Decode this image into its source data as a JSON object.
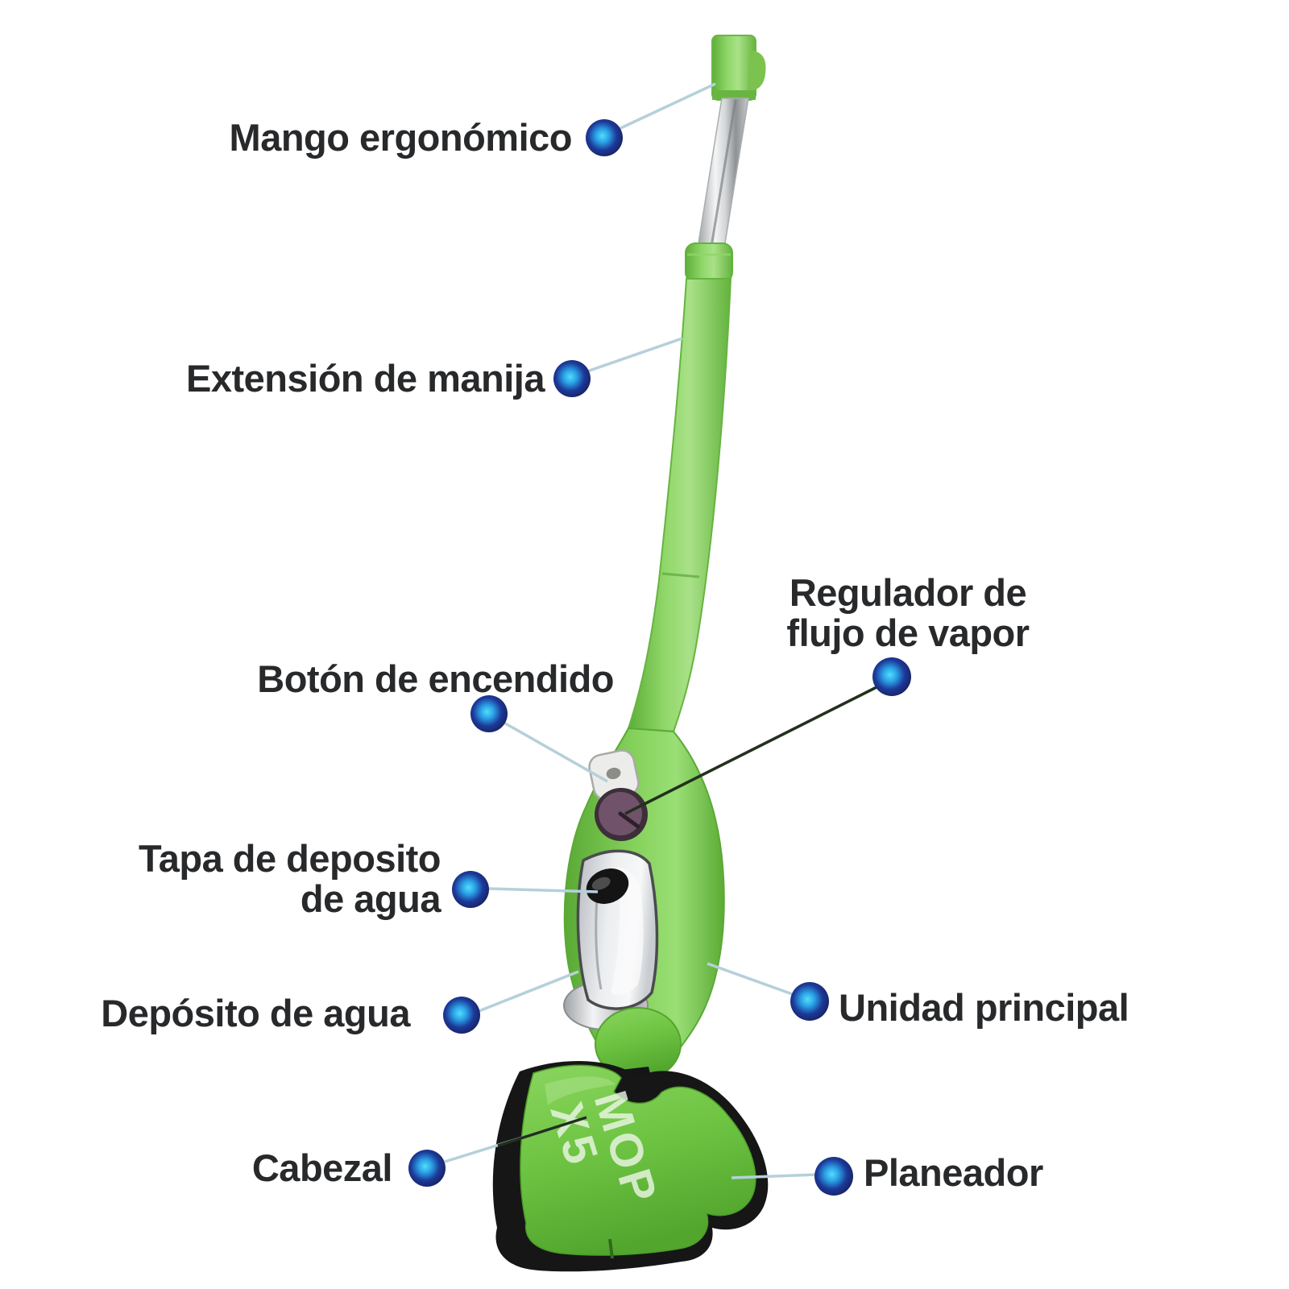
{
  "diagram": {
    "subject": "steam-mop-parts-diagram",
    "labels": {
      "mango": {
        "text": "Mango ergonómico"
      },
      "extension": {
        "text": "Extensión de manija"
      },
      "regulador": {
        "line1": "Regulador de",
        "line2": "flujo de vapor"
      },
      "boton": {
        "text": "Botón de encendido"
      },
      "tapa": {
        "line1": "Tapa de deposito",
        "line2": "de agua"
      },
      "deposito": {
        "text": "Depósito de agua"
      },
      "unidad": {
        "text": "Unidad principal"
      },
      "cabezal": {
        "text": "Cabezal"
      },
      "planeador": {
        "text": "Planeador"
      }
    },
    "logo": {
      "line1": "MOP",
      "line2": "X5"
    },
    "colors": {
      "product_green": "#76c74c",
      "green_highlight": "#a9e188",
      "green_shadow": "#4f9e2e",
      "chrome": "#d7d9db",
      "tank_gray": "#dfe2e5",
      "knob_purple": "#6d5168",
      "dot_core_blue": "#3fd0f4",
      "dot_outer_navy": "#18215f",
      "leader_light": "#b5d0da",
      "leader_dark": "#23301e",
      "label_text": "#28292b",
      "black_parts": "#141414"
    }
  }
}
